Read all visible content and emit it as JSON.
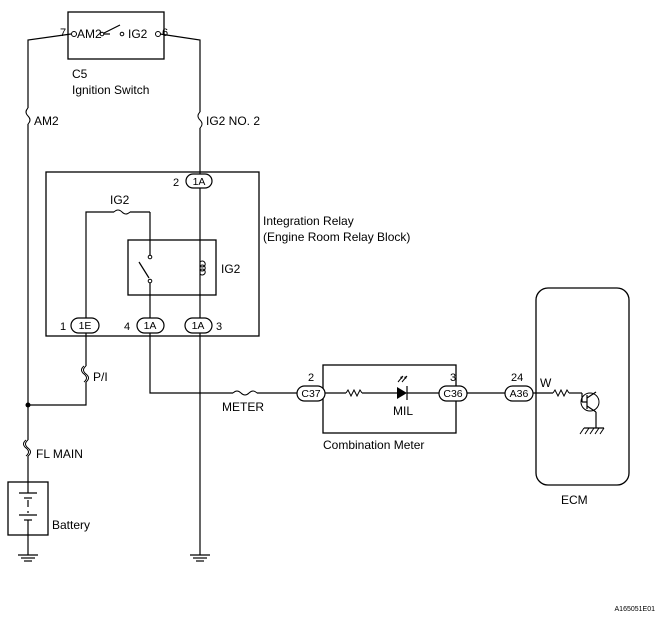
{
  "ignition_switch": {
    "connector": "C5",
    "name": "Ignition Switch",
    "pin_am2": "7",
    "pin_ig2": "6",
    "term_am2": "AM2",
    "term_ig2": "IG2"
  },
  "fuses": {
    "am2": "AM2",
    "ig2_no2": "IG2 NO. 2",
    "ig2": "IG2",
    "pi": "P/I",
    "fl_main": "FL MAIN",
    "meter": "METER"
  },
  "relay": {
    "title_line1": "Integration Relay",
    "title_line2": "(Engine Room Relay Block)",
    "coil_label": "IG2",
    "pins": {
      "top_num": "2",
      "top_conn": "1A",
      "left_num": "1",
      "left_conn": "1E",
      "mid_num": "4",
      "mid_conn": "1A",
      "right_num": "3",
      "right_conn": "1A"
    }
  },
  "battery": {
    "label": "Battery"
  },
  "combination_meter": {
    "label": "Combination Meter",
    "lamp": "MIL",
    "in_pin": "2",
    "in_conn": "C37",
    "out_pin": "3",
    "out_conn": "C36"
  },
  "ecm": {
    "label": "ECM",
    "pin": "24",
    "conn": "A36",
    "wire_color": "W"
  },
  "figure_id": "A165051E01"
}
